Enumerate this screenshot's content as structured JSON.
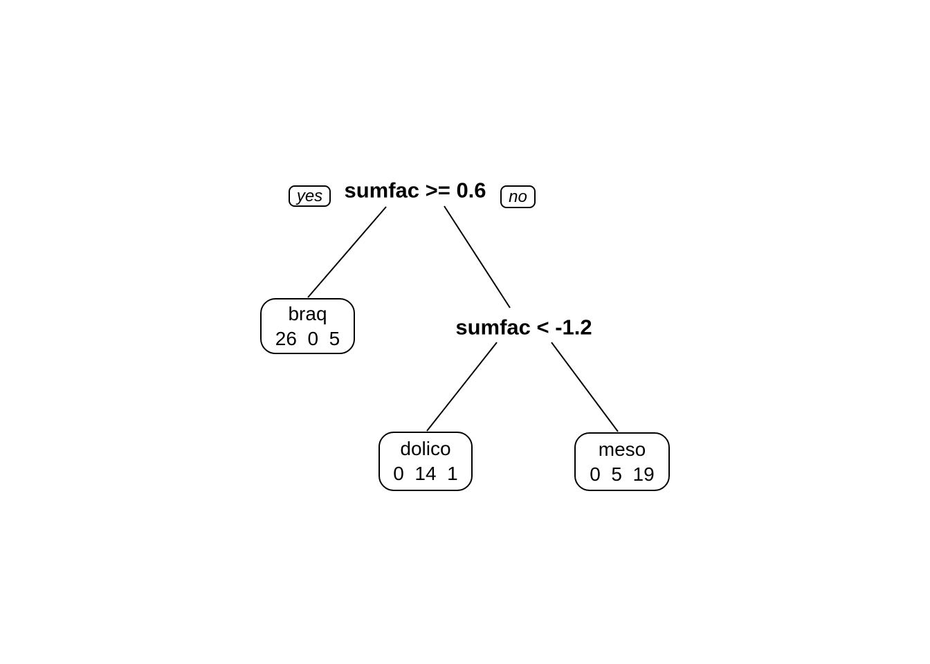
{
  "figure": {
    "type": "decision-tree-plot",
    "background_color": "#ffffff",
    "line_color": "#000000",
    "text_color": "#000000"
  },
  "tree": {
    "root": {
      "condition": "sumfac >= 0.6",
      "yes_label": "yes",
      "no_label": "no"
    },
    "internal": {
      "condition": "sumfac < -1.2"
    },
    "leaves": [
      {
        "class": "braq",
        "counts": "26  0  5"
      },
      {
        "class": "dolico",
        "counts": "0  14  1"
      },
      {
        "class": "meso",
        "counts": "0  5  19"
      }
    ]
  }
}
